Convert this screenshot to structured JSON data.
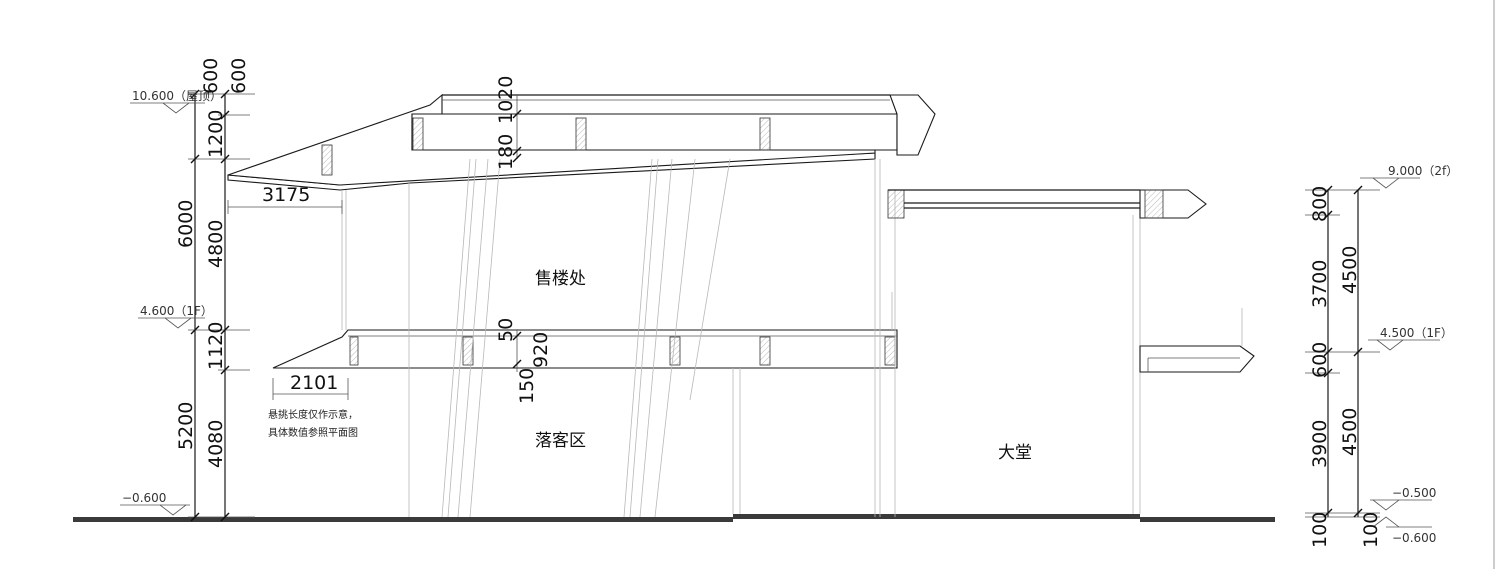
{
  "rooms": {
    "sales": "售楼处",
    "dropoff": "落客区",
    "lobby": "大堂"
  },
  "note": {
    "line1": "悬挑长度仅作示意，",
    "line2": "具体数值参照平面图"
  },
  "levels": {
    "left_roof": "10.600（屋顶）",
    "left_1f": "4.600（1F）",
    "left_ground": "−0.600",
    "right_2f": "9.000（2f）",
    "right_1f": "4.500（1F）",
    "right_m0500": "−0.500",
    "right_m0600": "−0.600"
  },
  "dims": {
    "left_outer": {
      "d600": "600",
      "d6000": "6000",
      "d5200": "5200"
    },
    "left_inner": {
      "d600": "600",
      "d1200": "1200",
      "d4800": "4800",
      "d1120": "1120",
      "d4080": "4080"
    },
    "roof": {
      "d1020": "1020",
      "d180": "180"
    },
    "floor": {
      "d50": "50",
      "d920": "920",
      "d150": "150"
    },
    "cantilever": {
      "upper": "3175",
      "lower": "2101"
    },
    "right_outer": {
      "d800": "800",
      "d3700": "3700",
      "d600": "600",
      "d3900": "3900",
      "d100": "100"
    },
    "right_inner": {
      "d4500a": "4500",
      "d4500b": "4500",
      "d100": "100"
    }
  }
}
